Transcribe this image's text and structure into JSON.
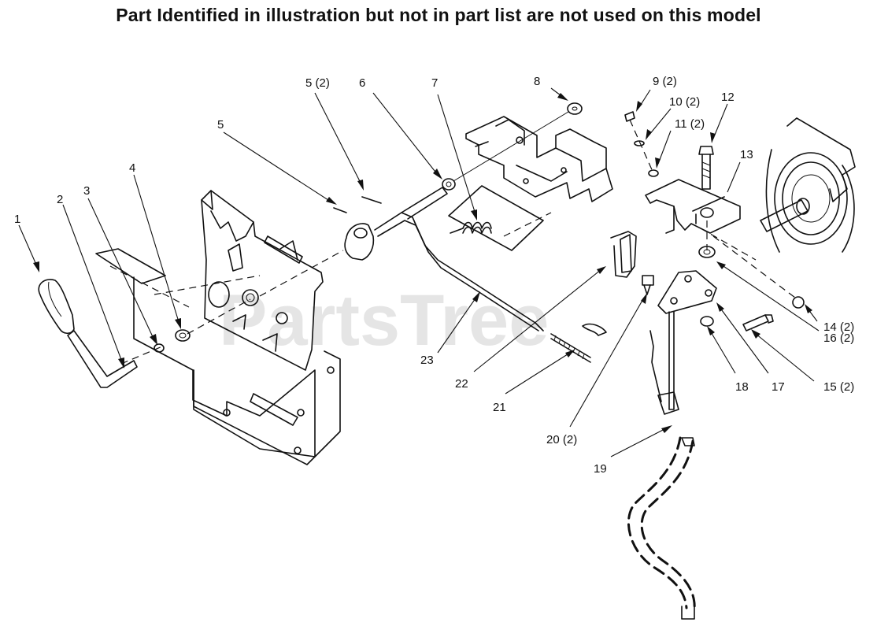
{
  "title": "Part Identified in illustration but not in part list are not used on this model",
  "watermark": "PartsTree",
  "callouts": [
    {
      "id": "1",
      "text": "1"
    },
    {
      "id": "2",
      "text": "2"
    },
    {
      "id": "3",
      "text": "3"
    },
    {
      "id": "4",
      "text": "4"
    },
    {
      "id": "5",
      "text": "5"
    },
    {
      "id": "5b",
      "text": "5 (2)"
    },
    {
      "id": "6",
      "text": "6"
    },
    {
      "id": "7",
      "text": "7"
    },
    {
      "id": "8",
      "text": "8"
    },
    {
      "id": "9",
      "text": "9 (2)"
    },
    {
      "id": "10",
      "text": "10 (2)"
    },
    {
      "id": "11",
      "text": "11 (2)"
    },
    {
      "id": "12",
      "text": "12"
    },
    {
      "id": "13",
      "text": "13"
    },
    {
      "id": "14",
      "text": "14 (2)"
    },
    {
      "id": "15",
      "text": "15 (2)"
    },
    {
      "id": "16",
      "text": "16 (2)"
    },
    {
      "id": "17",
      "text": "17"
    },
    {
      "id": "18",
      "text": "18"
    },
    {
      "id": "19",
      "text": "19"
    },
    {
      "id": "20",
      "text": "20 (2)"
    },
    {
      "id": "21",
      "text": "21"
    },
    {
      "id": "22",
      "text": "22"
    },
    {
      "id": "23",
      "text": "23"
    }
  ]
}
